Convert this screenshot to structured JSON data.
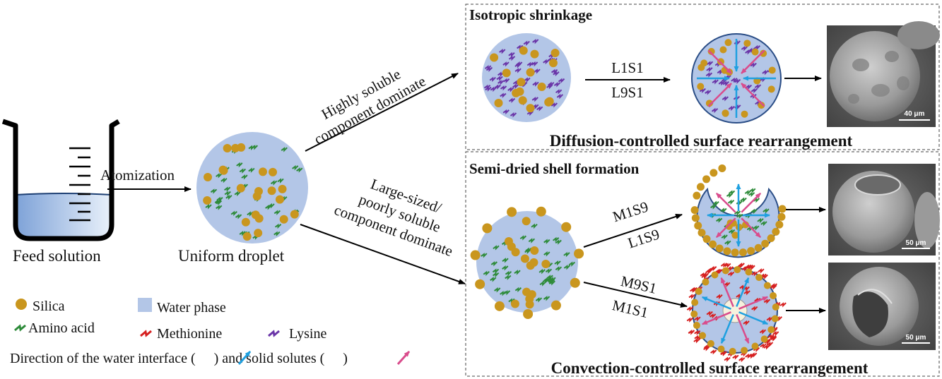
{
  "beaker": {
    "label": "Feed solution"
  },
  "steps": {
    "atomization": "Atomization"
  },
  "droplet": {
    "label": "Uniform droplet"
  },
  "branches": {
    "upper": {
      "line1": "Highly soluble",
      "line2": "component dominate"
    },
    "lower": {
      "line1": "Large-sized/",
      "line2": "poorly soluble",
      "line3": "component dominate"
    }
  },
  "panels": {
    "top": {
      "title": "Isotropic shrinkage",
      "caption": "Diffusion-controlled surface rearrangement",
      "label_a": "L1S1",
      "label_b": "L9S1",
      "scale": "40 μm"
    },
    "bottom": {
      "title": "Semi-dried shell formation",
      "caption": "Convection-controlled surface rearrangement",
      "path1": {
        "label_a": "M1S9",
        "label_b": "L1S9",
        "scale": "50 μm"
      },
      "path2": {
        "label_a": "M9S1",
        "label_b": "M1S1",
        "scale": "50 μm"
      }
    }
  },
  "legend": {
    "silica": "Silica",
    "water": "Water phase",
    "amino": "Amino acid",
    "methionine": "Methionine",
    "lysine": "Lysine",
    "dir_prefix": "Direction of the water interface (",
    "dir_middle": ") and solid solutes (",
    "dir_suffix": ")"
  },
  "colors": {
    "water": "#b3c6e7",
    "silica": "#c9961e",
    "amino": "#2e8b3a",
    "methionine": "#d62020",
    "lysine": "#6a35a8",
    "water_arrow": "#1fa0e0",
    "solute_arrow": "#d94c8c"
  }
}
